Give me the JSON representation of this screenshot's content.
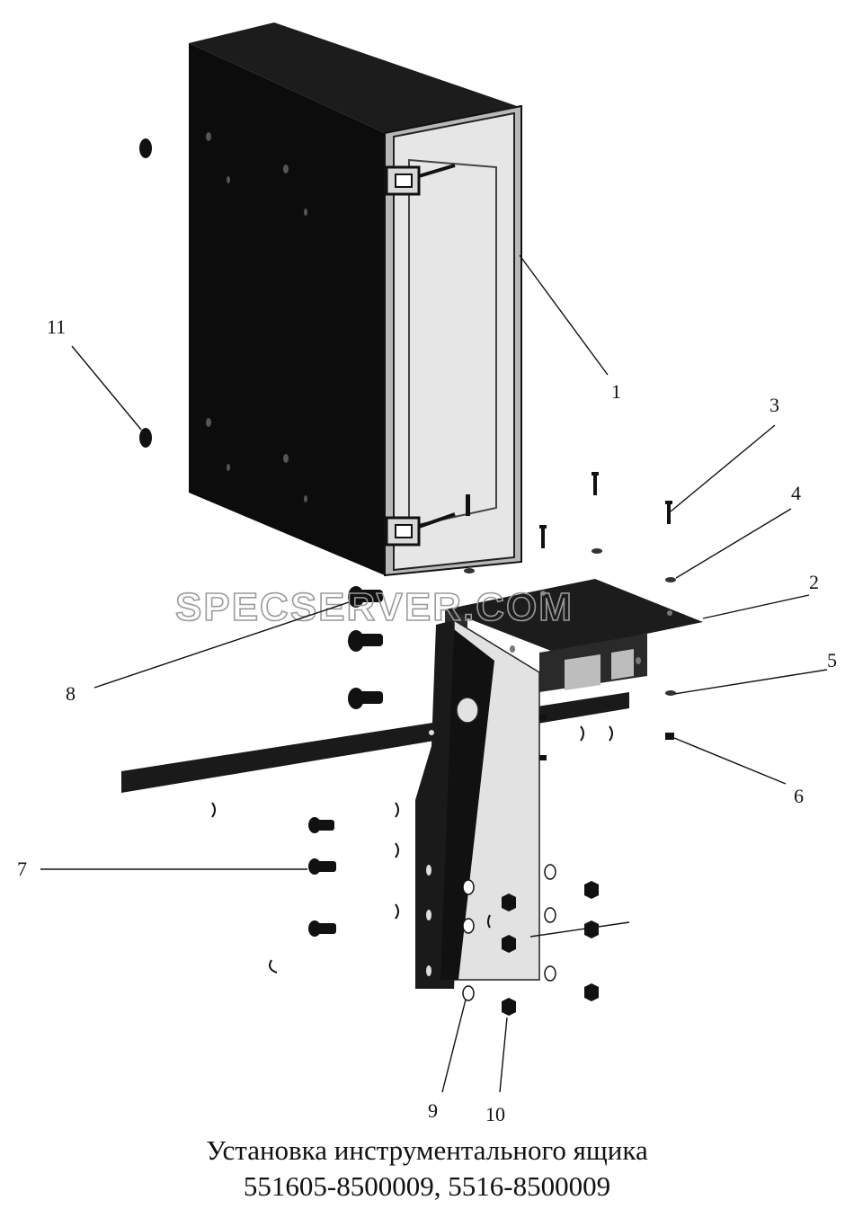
{
  "callouts": {
    "c1": "1",
    "c2": "2",
    "c3": "3",
    "c4": "4",
    "c5": "5",
    "c6": "6",
    "c7": "7",
    "c8": "8",
    "c9": "9",
    "c10": "10",
    "c11": "11"
  },
  "watermark": "SPECSERVER.COM",
  "caption": {
    "line1": "Установка инструментального ящика",
    "line2": "551605-8500009, 5516-8500009"
  }
}
